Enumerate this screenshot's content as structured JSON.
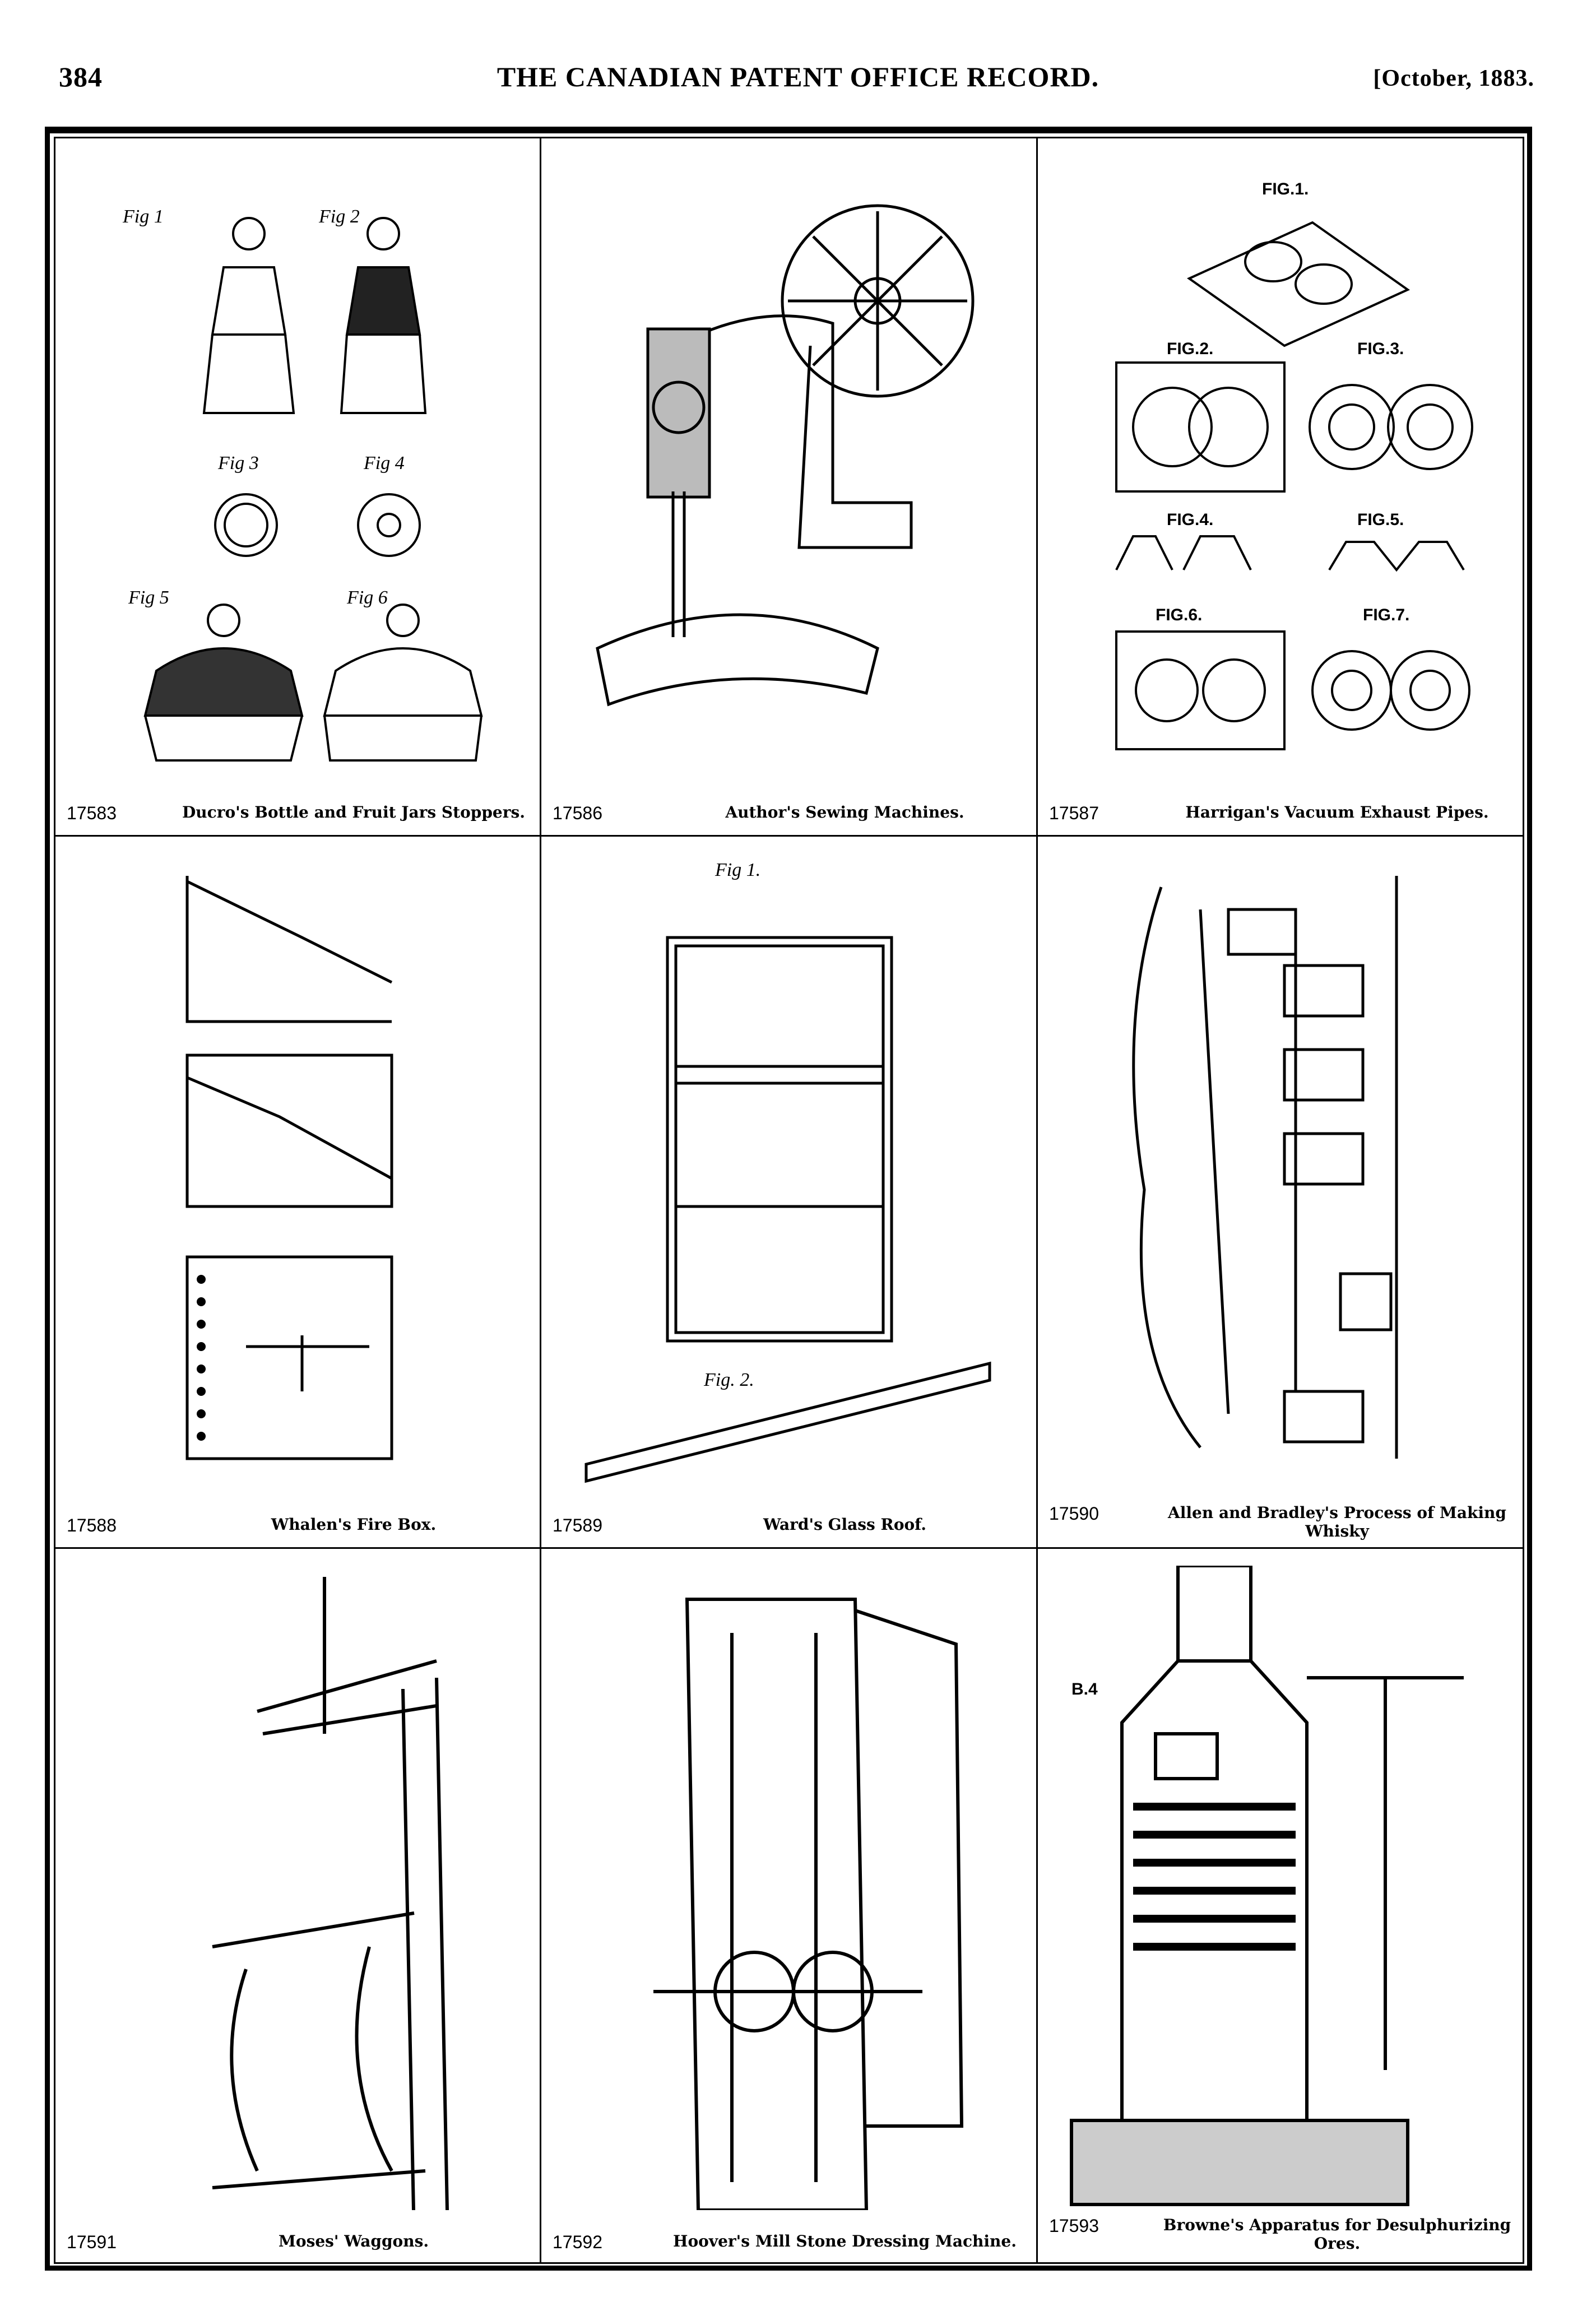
{
  "header": {
    "page_number": "384",
    "title": "THE CANADIAN PATENT OFFICE RECORD.",
    "date": "[October, 1883."
  },
  "patents": [
    {
      "number": "17583",
      "title": "Ducro's Bottle and Fruit Jars Stoppers.",
      "figure_labels": [
        "Fig 1",
        "Fig 2",
        "Fig 3",
        "Fig 4",
        "Fig 5",
        "Fig 6"
      ]
    },
    {
      "number": "17586",
      "title": "Author's Sewing Machines."
    },
    {
      "number": "17587",
      "title": "Harrigan's Vacuum Exhaust Pipes.",
      "figure_labels": [
        "FIG.1.",
        "FIG.2.",
        "FIG.3.",
        "FIG.4.",
        "FIG.5.",
        "FIG.6.",
        "FIG.7."
      ]
    },
    {
      "number": "17588",
      "title": "Whalen's Fire Box."
    },
    {
      "number": "17589",
      "title": "Ward's Glass Roof.",
      "figure_labels": [
        "Fig 1.",
        "Fig. 2."
      ]
    },
    {
      "number": "17590",
      "title": "Allen and Bradley's Process of Making Whisky"
    },
    {
      "number": "17591",
      "title": "Moses' Waggons."
    },
    {
      "number": "17592",
      "title": "Hoover's Mill Stone Dressing Machine."
    },
    {
      "number": "17593",
      "title": "Browne's Apparatus for Desulphurizing Ores.",
      "figure_labels": [
        "B.4"
      ]
    }
  ]
}
